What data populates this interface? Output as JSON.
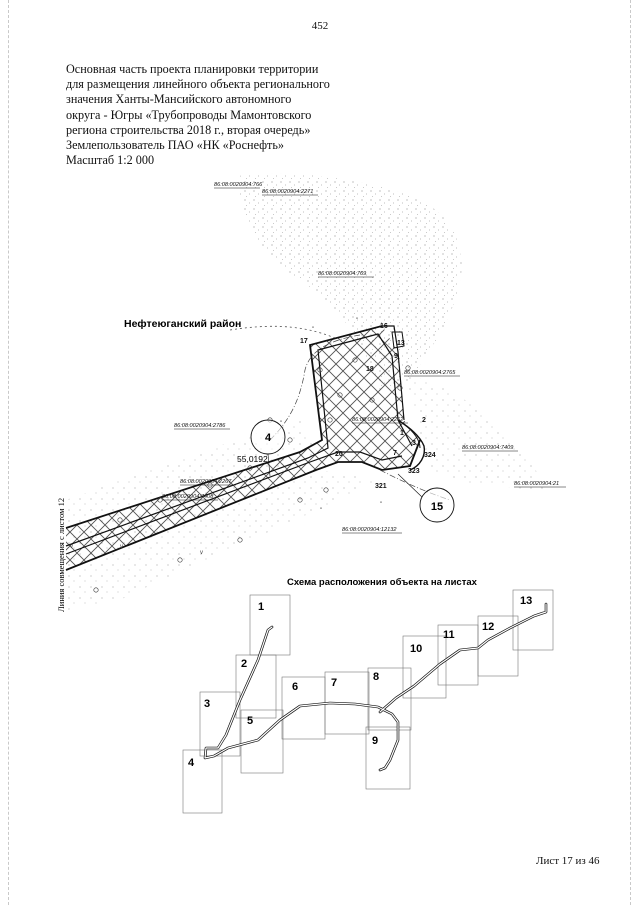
{
  "page": {
    "number": "452",
    "footer": "Лист 17 из 46"
  },
  "title_lines": [
    "Основная часть проекта планировки территории",
    "для размещения линейного объекта регионального",
    "значения Ханты-Мансийского автономного",
    "округа - Югры «Трубопроводы Мамонтовского",
    "региона строительства 2018 г., вторая очередь»",
    "Землепользователь ПАО «НК «Роснефть»",
    "Масштаб 1:2 000"
  ],
  "map": {
    "district_label": "Нефтеюганский район",
    "side_label": "Линия совмещения с листом 12",
    "distance_label": "55,0192",
    "circle_labels": [
      "4",
      "15"
    ],
    "cadastral_labels": [
      "86:08:0020904:766",
      "86:08:0020904:2271",
      "86:08:0020904:769",
      "86:08:0020904:2765",
      "86:08:0020904:2786",
      "86:08:0020904:2262",
      "86:08:0020904:7409",
      "86:08:0020904:2267",
      "86:08:0020904:7408",
      "86:08:0020904:21",
      "86:08:0020904:12132"
    ],
    "point_labels": [
      "16",
      "17",
      "13",
      "9",
      "18",
      "2",
      "1",
      "20",
      "3",
      "7",
      "324",
      "323",
      "321"
    ],
    "colors": {
      "line": "#111111",
      "hatch": "#333333",
      "stipple": "#9a9a9a"
    }
  },
  "inset": {
    "title": "Схема расположения объекта на листах",
    "sheets": [
      {
        "label": "1"
      },
      {
        "label": "2"
      },
      {
        "label": "3"
      },
      {
        "label": "4"
      },
      {
        "label": "5"
      },
      {
        "label": "6"
      },
      {
        "label": "7"
      },
      {
        "label": "8"
      },
      {
        "label": "9"
      },
      {
        "label": "10"
      },
      {
        "label": "11"
      },
      {
        "label": "12"
      },
      {
        "label": "13"
      }
    ]
  }
}
